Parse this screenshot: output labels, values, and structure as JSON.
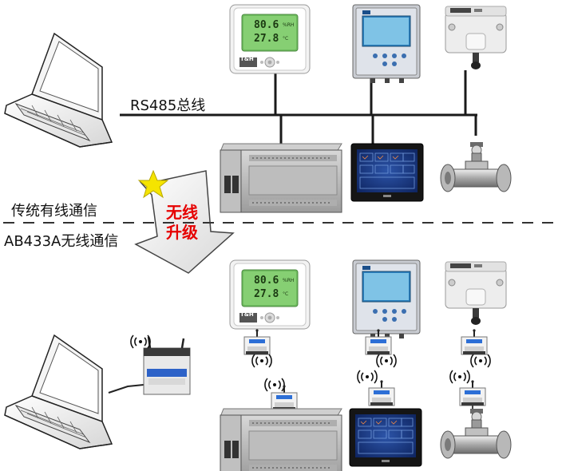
{
  "bus_label": "RS485总线",
  "wired_label": "传统有线通信",
  "wireless_label": "AB433A无线通信",
  "upgrade_label_line1": "无线",
  "upgrade_label_line2": "升级",
  "th_display_value1": "80.6",
  "th_display_value2": "27.8",
  "th_unit1": "%RH",
  "th_unit2": "°C",
  "th_brand": "T&H",
  "colors": {
    "bus": "#1a1a1a",
    "upgrade_text": "#e60000",
    "arrow_fill": "#f2f2f2",
    "star": "#f5e400",
    "lcd_green": "#7ec86a",
    "hmi_blue": "#1b3f8f"
  }
}
